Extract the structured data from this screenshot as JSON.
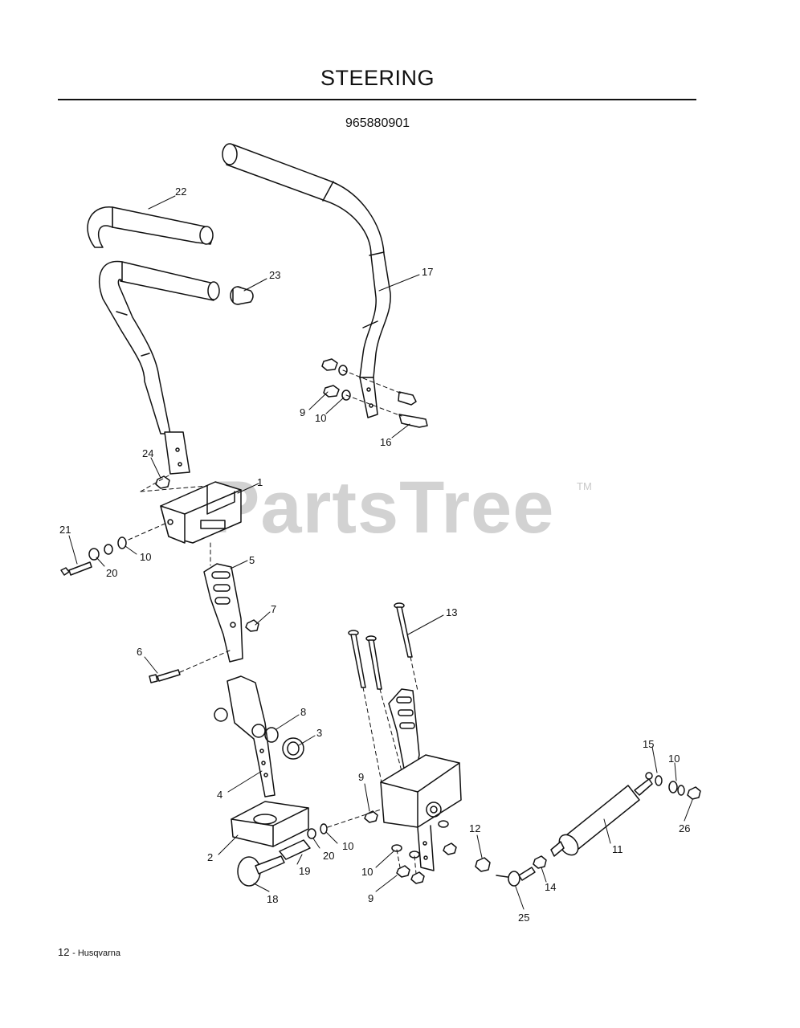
{
  "page": {
    "title": "STEERING",
    "part_number": "965880901",
    "footer_page": "12",
    "footer_brand": "Husqvarna"
  },
  "watermark": {
    "text": "PartsTree",
    "tm": "TM"
  },
  "callouts": [
    {
      "id": "c22",
      "label": "22"
    },
    {
      "id": "c23",
      "label": "23"
    },
    {
      "id": "c17",
      "label": "17"
    },
    {
      "id": "c9a",
      "label": "9"
    },
    {
      "id": "c10a",
      "label": "10"
    },
    {
      "id": "c16",
      "label": "16"
    },
    {
      "id": "c24",
      "label": "24"
    },
    {
      "id": "c1",
      "label": "1"
    },
    {
      "id": "c21",
      "label": "21"
    },
    {
      "id": "c20a",
      "label": "20"
    },
    {
      "id": "c10b",
      "label": "10"
    },
    {
      "id": "c5",
      "label": "5"
    },
    {
      "id": "c7",
      "label": "7"
    },
    {
      "id": "c6",
      "label": "6"
    },
    {
      "id": "c13",
      "label": "13"
    },
    {
      "id": "c8",
      "label": "8"
    },
    {
      "id": "c3",
      "label": "3"
    },
    {
      "id": "c4",
      "label": "4"
    },
    {
      "id": "c9b",
      "label": "9"
    },
    {
      "id": "c15",
      "label": "15"
    },
    {
      "id": "c10c",
      "label": "10"
    },
    {
      "id": "c26",
      "label": "26"
    },
    {
      "id": "c12",
      "label": "12"
    },
    {
      "id": "c11",
      "label": "11"
    },
    {
      "id": "c2",
      "label": "2"
    },
    {
      "id": "c20b",
      "label": "20"
    },
    {
      "id": "c10d",
      "label": "10"
    },
    {
      "id": "c19",
      "label": "19"
    },
    {
      "id": "c10e",
      "label": "10"
    },
    {
      "id": "c14",
      "label": "14"
    },
    {
      "id": "c18",
      "label": "18"
    },
    {
      "id": "c9c",
      "label": "9"
    },
    {
      "id": "c25",
      "label": "25"
    }
  ]
}
